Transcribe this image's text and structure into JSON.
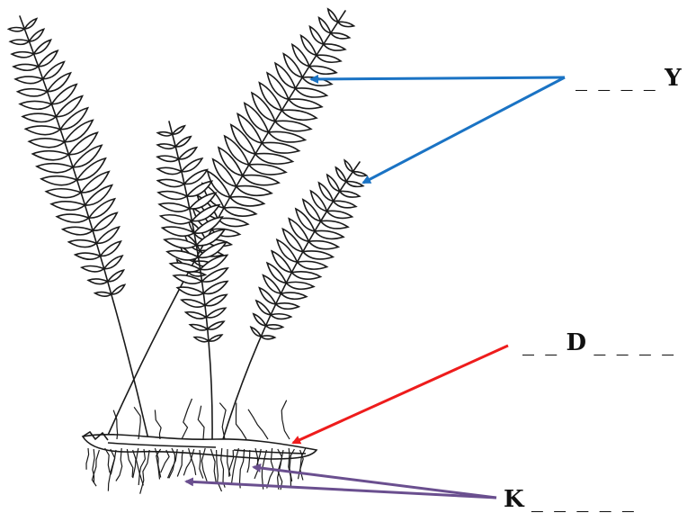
{
  "labels": {
    "fronds": {
      "blank": "_ _ _ _",
      "letter": "Y"
    },
    "rhizome": {
      "blank_before": "_ _",
      "letter": "D",
      "blank_after": "_ _ _ _"
    },
    "roots": {
      "letter": "K",
      "blank": "_ _ _ _ _"
    }
  },
  "colors": {
    "fronds_arrow": "#1a73c4",
    "rhizome_arrow": "#ee1c1c",
    "roots_arrow": "#6a4f8f",
    "drawing": "#1a1a1a"
  }
}
